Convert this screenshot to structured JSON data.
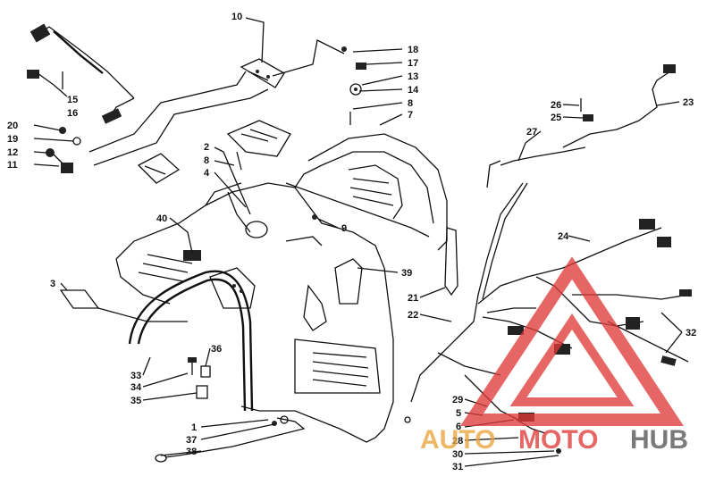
{
  "diagram": {
    "part_numbers": [
      "1",
      "2",
      "3",
      "4",
      "5",
      "6",
      "7",
      "8",
      "9",
      "10",
      "11",
      "12",
      "13",
      "14",
      "15",
      "16",
      "17",
      "18",
      "19",
      "20",
      "21",
      "22",
      "23",
      "24",
      "25",
      "26",
      "27",
      "28",
      "29",
      "30",
      "31",
      "32",
      "33",
      "34",
      "35",
      "36",
      "37",
      "38",
      "39",
      "40"
    ],
    "labels": [
      {
        "id": "10",
        "text": "10"
      },
      {
        "id": "18",
        "text": "18"
      },
      {
        "id": "17",
        "text": "17"
      },
      {
        "id": "13",
        "text": "13"
      },
      {
        "id": "14",
        "text": "14"
      },
      {
        "id": "8a",
        "text": "8"
      },
      {
        "id": "7",
        "text": "7"
      },
      {
        "id": "15",
        "text": "15"
      },
      {
        "id": "16",
        "text": "16"
      },
      {
        "id": "20",
        "text": "20"
      },
      {
        "id": "19",
        "text": "19"
      },
      {
        "id": "12",
        "text": "12"
      },
      {
        "id": "11",
        "text": "11"
      },
      {
        "id": "2",
        "text": "2"
      },
      {
        "id": "8b",
        "text": "8"
      },
      {
        "id": "4",
        "text": "4"
      },
      {
        "id": "26",
        "text": "26"
      },
      {
        "id": "25",
        "text": "25"
      },
      {
        "id": "27",
        "text": "27"
      },
      {
        "id": "23",
        "text": "23"
      },
      {
        "id": "40",
        "text": "40"
      },
      {
        "id": "9",
        "text": "9"
      },
      {
        "id": "24",
        "text": "24"
      },
      {
        "id": "3",
        "text": "3"
      },
      {
        "id": "39",
        "text": "39"
      },
      {
        "id": "21",
        "text": "21"
      },
      {
        "id": "22",
        "text": "22"
      },
      {
        "id": "32",
        "text": "32"
      },
      {
        "id": "36",
        "text": "36"
      },
      {
        "id": "33",
        "text": "33"
      },
      {
        "id": "34",
        "text": "34"
      },
      {
        "id": "35",
        "text": "35"
      },
      {
        "id": "29",
        "text": "29"
      },
      {
        "id": "5",
        "text": "5"
      },
      {
        "id": "6",
        "text": "6"
      },
      {
        "id": "28",
        "text": "28"
      },
      {
        "id": "1",
        "text": "1"
      },
      {
        "id": "37",
        "text": "37"
      },
      {
        "id": "38",
        "text": "38"
      },
      {
        "id": "30",
        "text": "30"
      },
      {
        "id": "31",
        "text": "31"
      }
    ]
  },
  "watermark": {
    "part1": "AUTO",
    "part2": "MOTO",
    "part3": "HUB",
    "color_primary": "#e8a33a",
    "color_secondary": "#e03a3a",
    "color_hub": "#555555"
  }
}
